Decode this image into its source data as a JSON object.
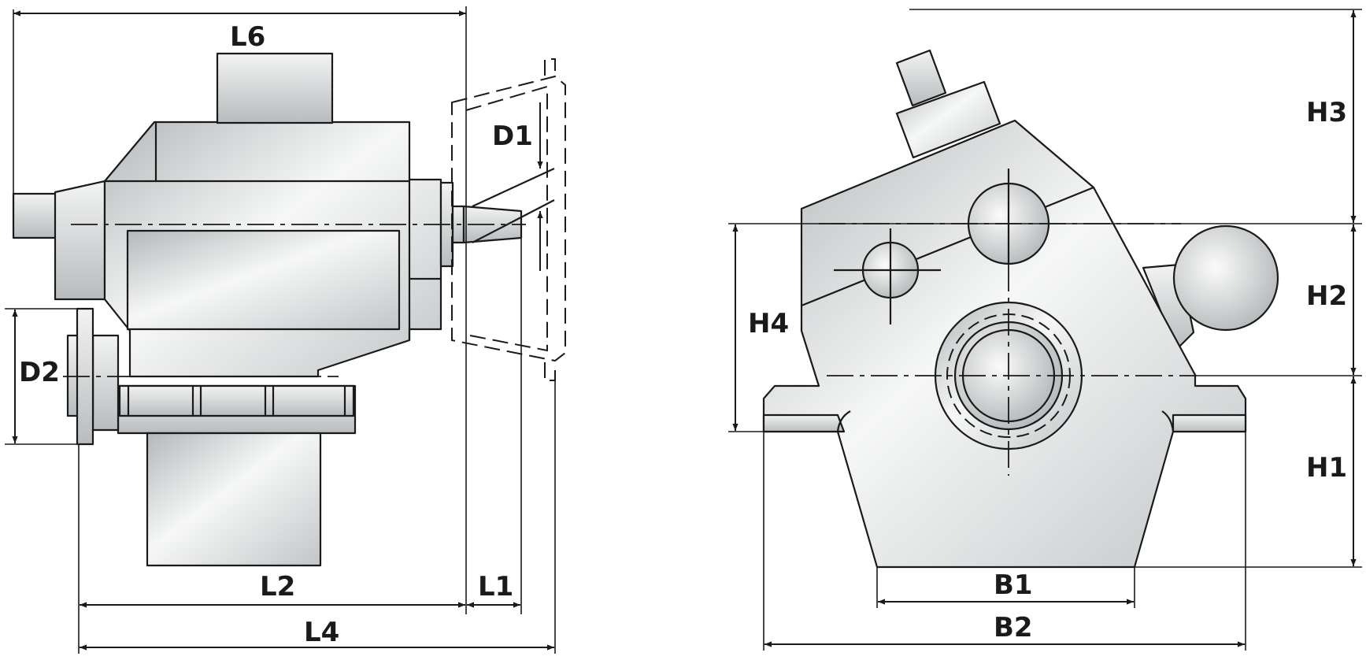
{
  "labels": {
    "L6": "L6",
    "D1": "D1",
    "D2": "D2",
    "L2": "L2",
    "L1": "L1",
    "L4": "L4",
    "H1": "H1",
    "H2": "H2",
    "H3": "H3",
    "H4": "H4",
    "B1": "B1",
    "B2": "B2"
  },
  "colors": {
    "line": "#1a1a1a",
    "metal_light": "#f6f7f7",
    "metal_mid": "#d6d9da",
    "metal_dark": "#b4b8ba",
    "background": "#ffffff"
  }
}
